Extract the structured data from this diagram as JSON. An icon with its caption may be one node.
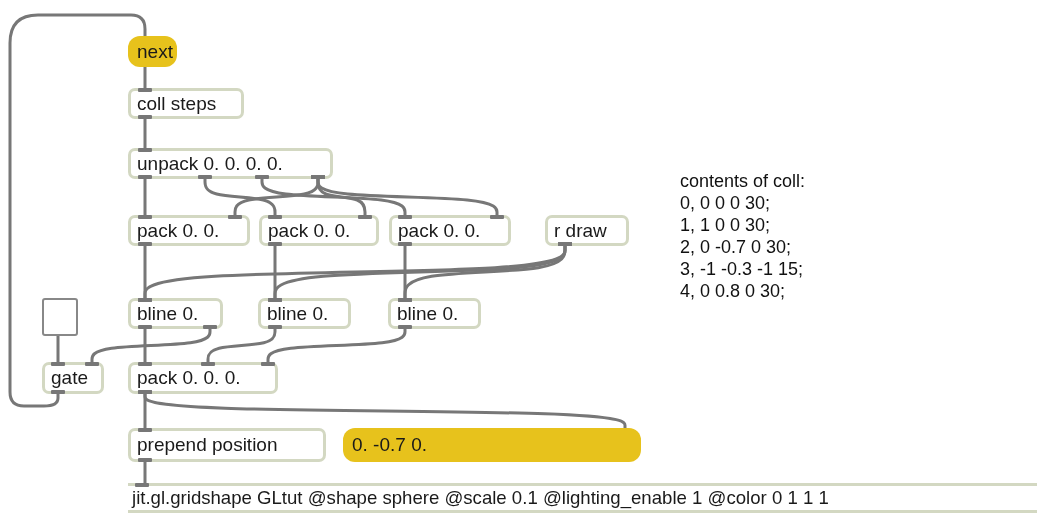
{
  "diagram": {
    "nodes": [
      {
        "text": [
          "next"
        ]
      },
      {
        "text": [
          "coll steps"
        ]
      },
      {
        "text": [
          "unpack 0. 0. 0. 0."
        ]
      },
      {
        "text": [
          "pack 0. 0."
        ]
      },
      {
        "text": [
          "pack 0. 0."
        ]
      },
      {
        "text": [
          "pack 0. 0."
        ]
      },
      {
        "text": [
          "r draw"
        ]
      },
      {
        "text": [],
        "shape": "box"
      },
      {
        "text": [
          "bline 0."
        ]
      },
      {
        "text": [
          "bline 0."
        ]
      },
      {
        "text": [
          "bline 0."
        ]
      },
      {
        "text": [
          "gate"
        ]
      },
      {
        "text": [
          "pack 0. 0. 0."
        ]
      },
      {
        "text": [
          "prepend position"
        ]
      },
      {
        "text": [
          "0. -0.7 0."
        ]
      },
      {
        "text": [
          "jit.gl.gridshape GLtut @shape sphere @scale 0.1 @lighting_enable 1 @color 0 1 1 1"
        ]
      }
    ],
    "edges": [
      {
        "from": 0,
        "to": 1,
        "arrow": "none"
      },
      {
        "from": 1,
        "to": 2,
        "arrow": "none"
      },
      {
        "from": 2,
        "to": 3,
        "arrow": "none"
      },
      {
        "from": 2,
        "to": 4,
        "arrow": "none"
      },
      {
        "from": 2,
        "to": 5,
        "arrow": "none"
      },
      {
        "from": 2,
        "to": 3,
        "arrow": "none"
      },
      {
        "from": 2,
        "to": 4,
        "arrow": "none"
      },
      {
        "from": 2,
        "to": 5,
        "arrow": "none"
      },
      {
        "from": 3,
        "to": 8,
        "arrow": "none"
      },
      {
        "from": 4,
        "to": 9,
        "arrow": "none"
      },
      {
        "from": 5,
        "to": 10,
        "arrow": "none"
      },
      {
        "from": 6,
        "to": 8,
        "arrow": "none"
      },
      {
        "from": 6,
        "to": 9,
        "arrow": "none"
      },
      {
        "from": 6,
        "to": 10,
        "arrow": "none"
      },
      {
        "from": 7,
        "to": 11,
        "arrow": "none"
      },
      {
        "from": 8,
        "to": 12,
        "arrow": "none"
      },
      {
        "from": 8,
        "to": 11,
        "arrow": "none"
      },
      {
        "from": 9,
        "to": 12,
        "arrow": "none"
      },
      {
        "from": 10,
        "to": 12,
        "arrow": "none"
      },
      {
        "from": 11,
        "to": 0,
        "arrow": "none"
      },
      {
        "from": 12,
        "to": 13,
        "arrow": "none"
      },
      {
        "from": 12,
        "to": 14,
        "arrow": "none"
      },
      {
        "from": 13,
        "to": 15,
        "arrow": "none"
      }
    ],
    "labels": [
      "contents of coll:",
      "0, 0 0 0 30;",
      "1, 1 0 0 30;",
      "2, 0 -0.7 0 30;",
      "3, -1 -0.3 -1 15;",
      "4, 0 0.8 0 30;"
    ]
  }
}
